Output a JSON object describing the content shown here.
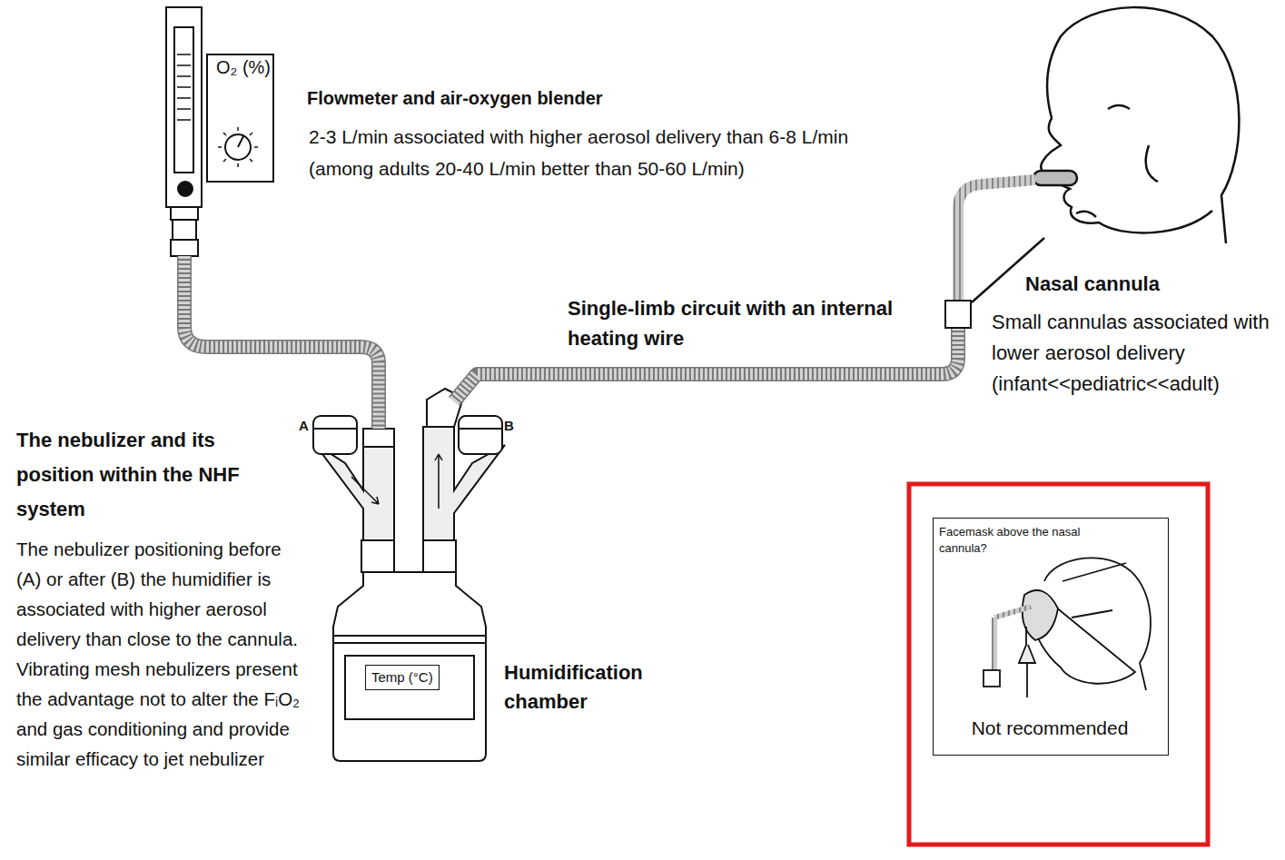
{
  "diagram": {
    "nodes": [
      {
        "text": [
          "O₂ (%)"
        ]
      },
      {
        "text": [
          "Humidification chamber"
        ]
      },
      {
        "text": [
          "Temp (°C)"
        ],
        "in": 1
      },
      {
        "text": [
          "Nasal cannula",
          "Small cannulas associated with lower aerosol delivery (infant<<pediatric<<adult)"
        ]
      },
      {
        "text": [
          "Facemask above the nasal cannula?",
          "Not recommended"
        ]
      }
    ],
    "edges": [
      {
        "from": 0,
        "to": 1,
        "arrow": "none"
      },
      {
        "from": 1,
        "to": 3,
        "arrow": "none"
      }
    ],
    "labels": [
      "Flowmeter and air-oxygen blender",
      "2-3 L/min associated with higher aerosol delivery than 6-8 L/min (among adults 20-40 L/min better than 50-60 L/min)",
      "Single-limb circuit with an internal heating wire",
      "The nebulizer and its position within the NHF system",
      "The nebulizer positioning before (A) or after (B) the humidifier is associated with higher aerosol delivery than close to the cannula. Vibrating mesh nebulizers present the advantage not to alter the FᵢO₂ and gas conditioning and provide similar efficacy to jet nebulizer",
      "A",
      "B"
    ]
  }
}
